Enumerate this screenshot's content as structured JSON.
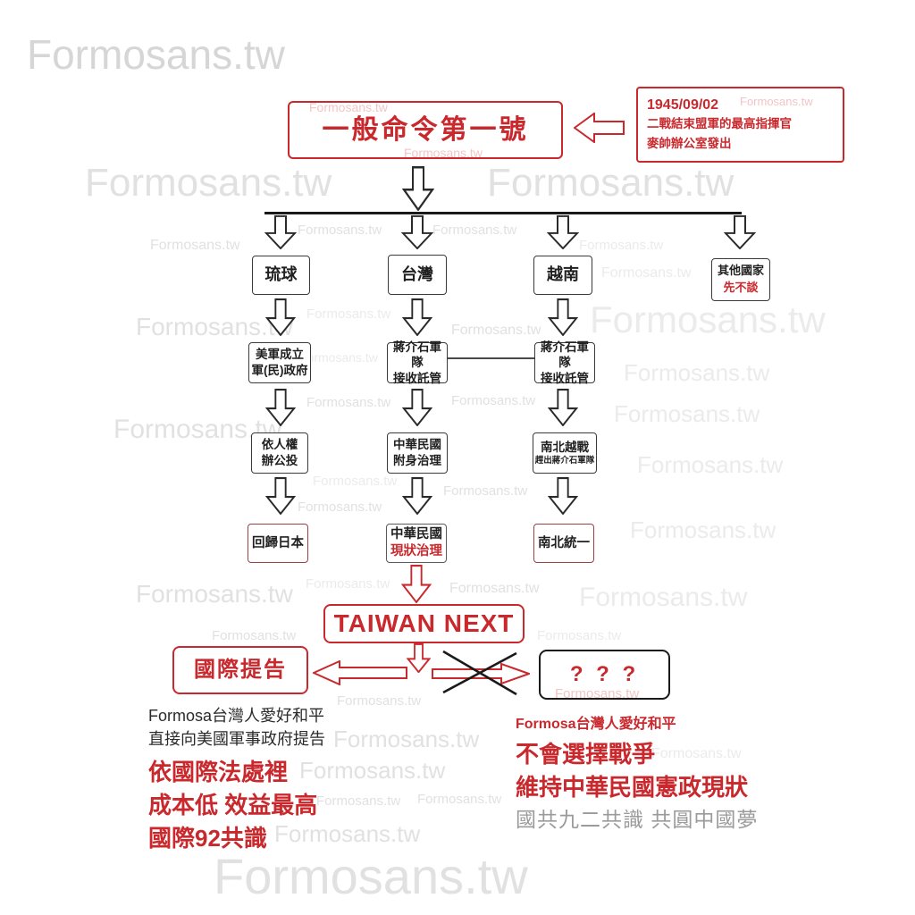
{
  "watermark": {
    "text": "Formosans.tw",
    "instances": [
      [
        30,
        34,
        46,
        "g1"
      ],
      [
        95,
        180,
        44,
        "g2"
      ],
      [
        545,
        180,
        44,
        "g2"
      ],
      [
        346,
        112,
        14,
        "pk"
      ],
      [
        452,
        163,
        14,
        "pk"
      ],
      [
        828,
        106,
        13,
        "pk"
      ],
      [
        168,
        266,
        16,
        "g2"
      ],
      [
        333,
        249,
        15,
        "g2"
      ],
      [
        484,
        249,
        15,
        "g2"
      ],
      [
        648,
        266,
        15,
        "g3"
      ],
      [
        673,
        297,
        16,
        "g3"
      ],
      [
        152,
        350,
        28,
        "g2"
      ],
      [
        343,
        343,
        15,
        "g3"
      ],
      [
        660,
        334,
        42,
        "g3"
      ],
      [
        505,
        361,
        16,
        "g2"
      ],
      [
        335,
        392,
        14,
        "g3"
      ],
      [
        698,
        402,
        26,
        "g3"
      ],
      [
        343,
        442,
        15,
        "g2"
      ],
      [
        505,
        440,
        15,
        "g2"
      ],
      [
        687,
        448,
        26,
        "g3"
      ],
      [
        127,
        464,
        30,
        "g2"
      ],
      [
        350,
        530,
        15,
        "g3"
      ],
      [
        496,
        541,
        15,
        "g2"
      ],
      [
        713,
        505,
        26,
        "g3"
      ],
      [
        333,
        559,
        15,
        "g2"
      ],
      [
        705,
        578,
        26,
        "g3"
      ],
      [
        152,
        649,
        28,
        "g2"
      ],
      [
        342,
        645,
        15,
        "g3"
      ],
      [
        503,
        650,
        16,
        "g2"
      ],
      [
        648,
        652,
        30,
        "g3"
      ],
      [
        237,
        703,
        15,
        "g2"
      ],
      [
        601,
        703,
        15,
        "g3"
      ],
      [
        377,
        776,
        15,
        "g2"
      ],
      [
        621,
        768,
        15,
        "pk"
      ],
      [
        373,
        812,
        26,
        "g2"
      ],
      [
        335,
        847,
        26,
        "g2"
      ],
      [
        354,
        888,
        15,
        "g2"
      ],
      [
        467,
        886,
        15,
        "g2"
      ],
      [
        729,
        835,
        16,
        "g3"
      ],
      [
        307,
        918,
        26,
        "g2"
      ],
      [
        239,
        948,
        56,
        "g2"
      ]
    ]
  },
  "header": {
    "title": "一般命令第一號",
    "note_date": "1945/09/02",
    "note_line2": "二戰結束盟軍的最高指揮官",
    "note_line3": "麥帥辦公室發出"
  },
  "branches": {
    "ryukyu": {
      "name": "琉球",
      "stage1_l1": "美軍成立",
      "stage1_l2": "軍(民)政府",
      "stage2_l1": "依人權",
      "stage2_l2": "辦公投",
      "outcome": "回歸日本"
    },
    "taiwan": {
      "name": "台灣",
      "stage1_l1": "蔣介石軍隊",
      "stage1_l2": "接收託管",
      "stage2_l1": "中華民國",
      "stage2_l2": "附身治理",
      "outcome_l1": "中華民國",
      "outcome_l2": "現狀治理"
    },
    "vietnam": {
      "name": "越南",
      "stage1_l1": "蔣介石軍隊",
      "stage1_l2": "接收託管",
      "stage2_l1": "南北越戰",
      "stage2_l2": "趕出蔣介石軍隊",
      "outcome": "南北統一"
    },
    "others": {
      "name": "其他國家",
      "note": "先不談"
    }
  },
  "next": {
    "taiwan_next": "TAIWAN NEXT",
    "intl": "國際提告",
    "unknown": "? ? ?"
  },
  "left_block": {
    "l1": "Formosa台灣人愛好和平",
    "l2": "直接向美國軍事政府提告",
    "l3": "依國際法處裡",
    "l4": "成本低 效益最高",
    "l5": "國際92共識"
  },
  "right_block": {
    "l1": "Formosa台灣人愛好和平",
    "l2": "不會選擇戰爭",
    "l3": "維持中華民國憲政現狀",
    "l4": "國共九二共識 共圓中國夢"
  },
  "colors": {
    "red": "#c9282d",
    "maroon": "#9c4040",
    "gray_text": "#9b9b9b",
    "black": "#1f1f1f"
  }
}
